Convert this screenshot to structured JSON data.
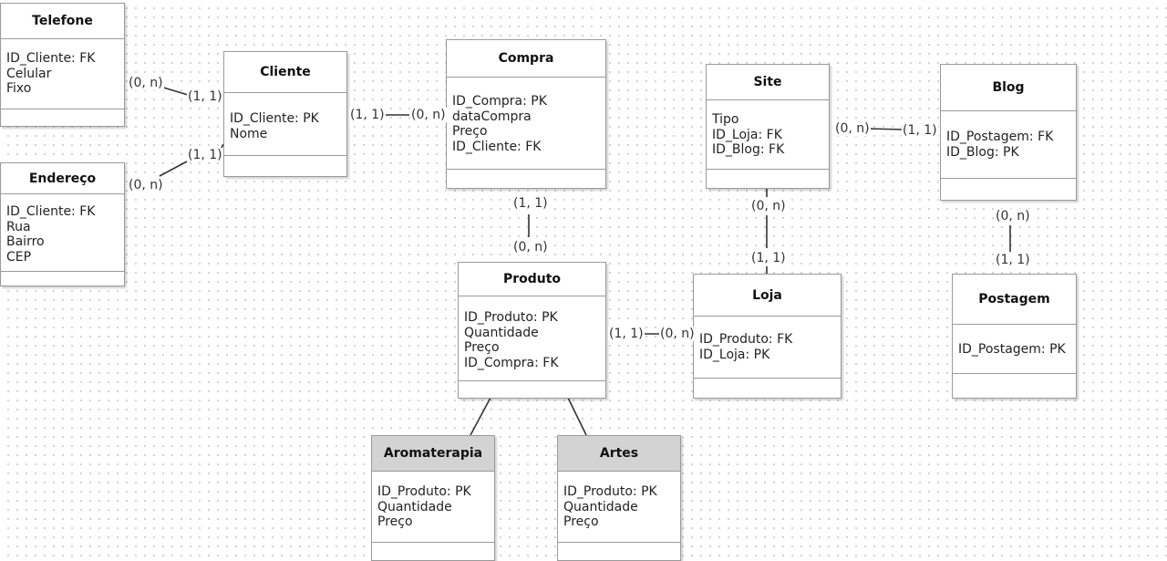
{
  "entities": {
    "telefone": {
      "name": "Telefone",
      "attributes": [
        "ID_Cliente: FK",
        "Celular",
        "Fixo"
      ]
    },
    "endereco": {
      "name": "Endereço",
      "attributes": [
        "ID_Cliente: FK",
        "Rua",
        "Bairro",
        "CEP"
      ]
    },
    "cliente": {
      "name": "Cliente",
      "attributes": [
        "ID_Cliente: PK",
        "Nome"
      ]
    },
    "compra": {
      "name": "Compra",
      "attributes": [
        "ID_Compra: PK",
        "dataCompra",
        "Preço",
        "ID_Cliente: FK"
      ]
    },
    "produto": {
      "name": "Produto",
      "attributes": [
        "ID_Produto: PK",
        "Quantidade",
        "Preço",
        "ID_Compra: FK"
      ]
    },
    "aromaterapia": {
      "name": "Aromaterapia",
      "attributes": [
        "ID_Produto: PK",
        "Quantidade",
        "Preço"
      ]
    },
    "artes": {
      "name": "Artes",
      "attributes": [
        "ID_Produto: PK",
        "Quantidade",
        "Preço"
      ]
    },
    "site": {
      "name": "Site",
      "attributes": [
        "Tipo",
        "ID_Loja: FK",
        "ID_Blog: FK"
      ]
    },
    "loja": {
      "name": "Loja",
      "attributes": [
        "ID_Produto: FK",
        "ID_Loja: PK"
      ]
    },
    "blog": {
      "name": "Blog",
      "attributes": [
        "ID_Postagem: FK",
        "ID_Blog: PK"
      ]
    },
    "postagem": {
      "name": "Postagem",
      "attributes": [
        "ID_Postagem: PK"
      ]
    }
  },
  "cardinalities": {
    "telefone_cliente_a": "(0, n)",
    "telefone_cliente_b": "(1, 1)",
    "endereco_cliente_a": "(1, 1)",
    "endereco_cliente_b": "(0, n)",
    "cliente_compra_a": "(1, 1)",
    "cliente_compra_b": "(0, n)",
    "compra_produto_a": "(1, 1)",
    "compra_produto_b": "(0, n)",
    "produto_loja_a": "(1, 1)",
    "produto_loja_b": "(0, n)",
    "site_loja_a": "(0, n)",
    "site_loja_b": "(1, 1)",
    "site_blog_a": "(0, n)",
    "site_blog_b": "(1, 1)",
    "blog_postagem_a": "(0, n)",
    "blog_postagem_b": "(1, 1)"
  }
}
